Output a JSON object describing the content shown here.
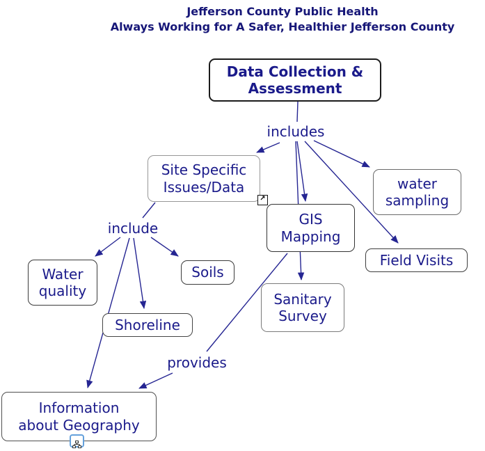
{
  "header": {
    "line1": "Jefferson County Public Health",
    "line2": "Always Working for A Safer, Healthier Jefferson County"
  },
  "concepts": {
    "data_collection": {
      "line1": "Data Collection &",
      "line2": "Assessment"
    },
    "site_specific": {
      "line1": "Site Specific",
      "line2": "Issues/Data"
    },
    "water_sampling": {
      "line1": "water",
      "line2": "sampling"
    },
    "gis_mapping": {
      "line1": "GIS",
      "line2": "Mapping"
    },
    "field_visits": {
      "label": "Field Visits"
    },
    "water_quality": {
      "line1": "Water",
      "line2": "quality"
    },
    "soils": {
      "label": "Soils"
    },
    "shoreline": {
      "label": "Shoreline"
    },
    "sanitary_survey": {
      "line1": "Sanitary",
      "line2": "Survey"
    },
    "information_geography": {
      "line1": "Information",
      "line2": "about Geography"
    }
  },
  "linking_phrases": {
    "includes": "includes",
    "include": "include",
    "provides": "provides"
  },
  "icons": {
    "resource_link_glyph": "↗"
  },
  "colors": {
    "text": "#1a1a8a",
    "header_text": "#171778",
    "connector_line": "#252592",
    "child_map_icon_border": "#64a0dc"
  }
}
